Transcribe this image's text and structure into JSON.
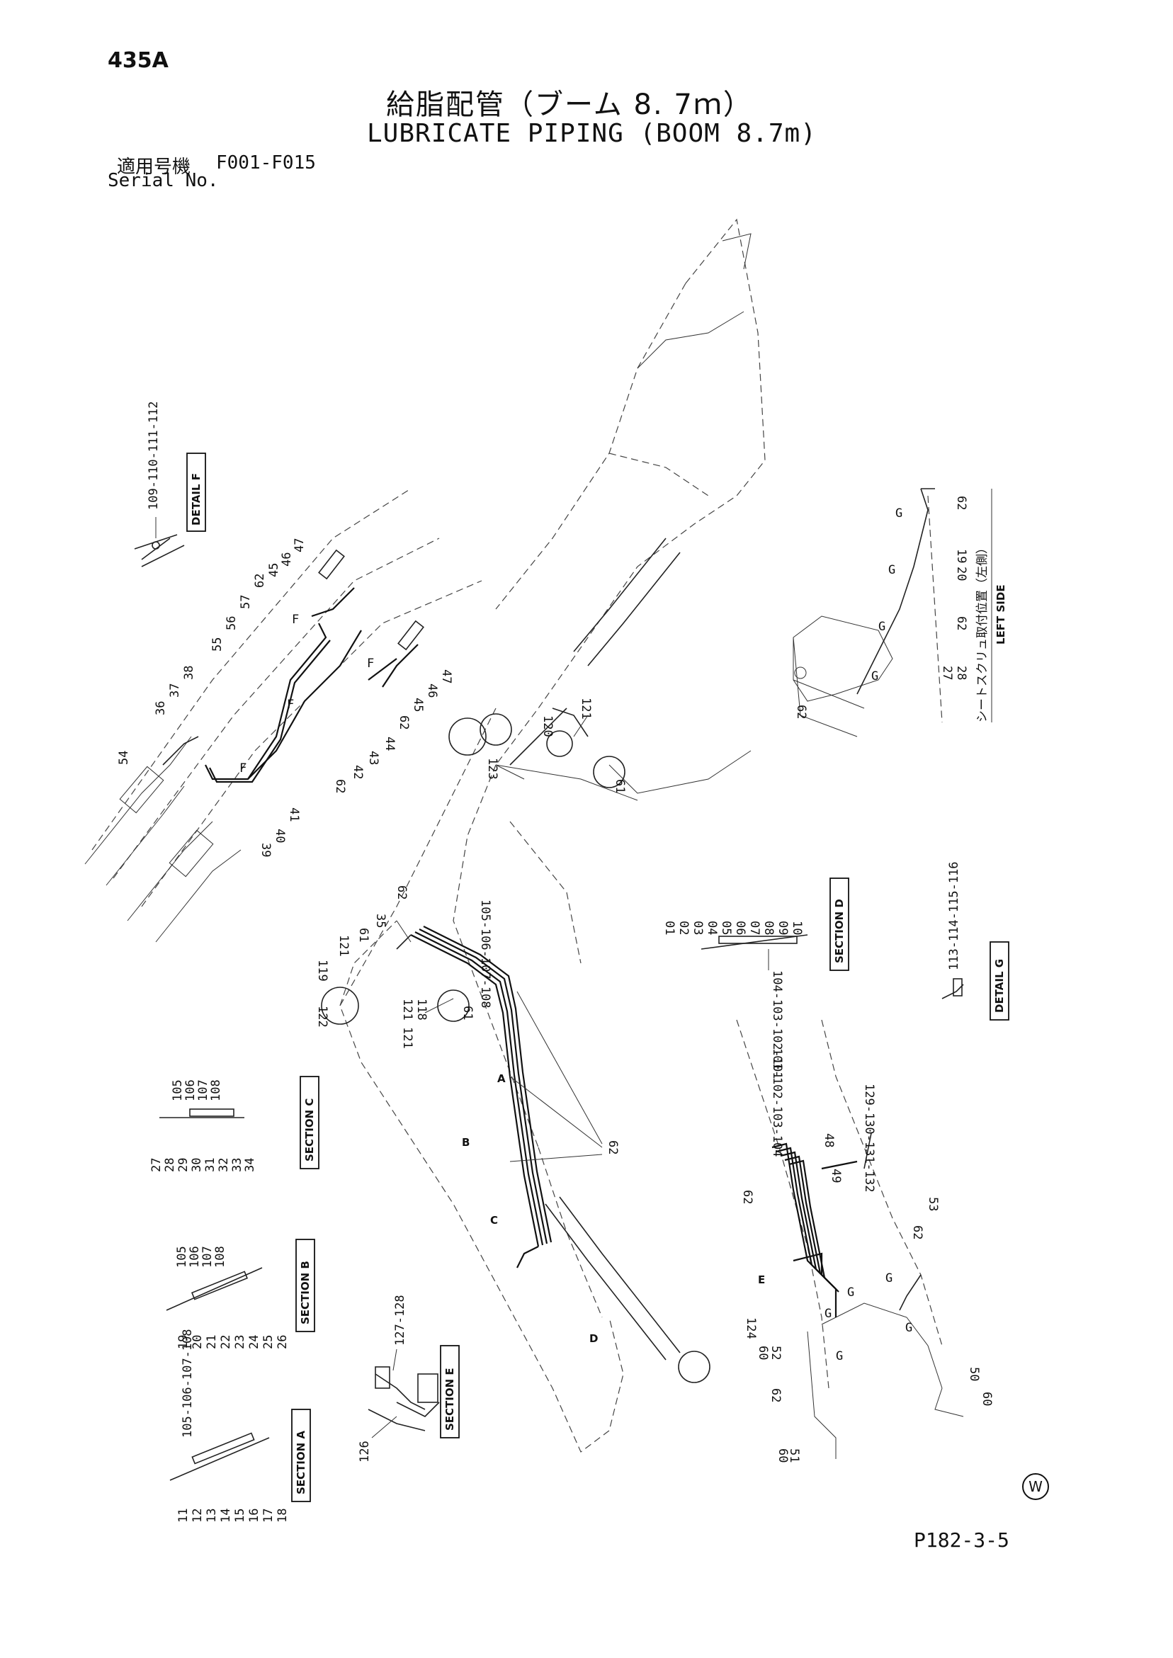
{
  "header": {
    "page_code": "435A",
    "title_jp": "給脂配管（ブーム 8. 7ｍ）",
    "title_en": "LUBRICATE PIPING (BOOM 8.7m)",
    "serial_jp": "適用号機",
    "serial_range": "F001-F015",
    "serial_en": "Serial No."
  },
  "footer": {
    "page_ref": "P182-3-5",
    "mark": "W"
  },
  "sections": {
    "detail_f": "DETAIL F",
    "section_a": "SECTION A",
    "section_b": "SECTION B",
    "section_c": "SECTION C",
    "section_d": "SECTION D",
    "section_e": "SECTION E",
    "detail_g": "DETAIL G",
    "left_side_jp": "シートスクリュ取付位置（左側）",
    "left_side_en": "LEFT SIDE"
  },
  "part_labels": {
    "detail_f_parts": "109-110-111-112",
    "detail_g_parts": "113-114-115-116",
    "section_a_top": "105-106-107-108",
    "section_a_bottom": [
      "11",
      "12",
      "13",
      "14",
      "15",
      "16",
      "17",
      "18"
    ],
    "section_b_top": [
      "105",
      "106",
      "107",
      "108"
    ],
    "section_b_bottom": [
      "19",
      "20",
      "21",
      "22",
      "23",
      "24",
      "25",
      "26"
    ],
    "section_c_top": [
      "105",
      "106",
      "107",
      "108"
    ],
    "section_c_bottom": [
      "27",
      "28",
      "29",
      "30",
      "31",
      "32",
      "33",
      "34"
    ],
    "section_d_top": [
      "01",
      "02",
      "03",
      "04",
      "05",
      "06",
      "07",
      "08",
      "09",
      "10"
    ],
    "section_d_bottom": "104-103-102-101",
    "section_e_parts": "127-128",
    "section_e_126": "126",
    "boom_top_parts": [
      "54",
      "36",
      "37",
      "38",
      "55",
      "56",
      "57",
      "62",
      "45",
      "46",
      "47"
    ],
    "boom_mid_parts": [
      "39",
      "40",
      "41",
      "62",
      "42",
      "43",
      "44",
      "62",
      "45",
      "46",
      "47"
    ],
    "f_mark": "F",
    "boom_upper": [
      "120",
      "121",
      "123",
      "61"
    ],
    "boom_center": [
      "62",
      "35",
      "61",
      "121",
      "119",
      "122",
      "105-106-107-108",
      "61",
      "121",
      "121",
      "118"
    ],
    "boom_pipe_62": "62",
    "foot_parts": [
      "101-102-103-104",
      "48",
      "49",
      "129-130-131-132",
      "62",
      "53",
      "62",
      "124",
      "60",
      "52",
      "62",
      "60",
      "51",
      "50",
      "60"
    ],
    "left_side_parts": [
      "62",
      "20",
      "19",
      "62",
      "28",
      "27",
      "62"
    ],
    "g_mark": "G",
    "section_marks": [
      "A",
      "B",
      "C",
      "D",
      "E"
    ]
  }
}
